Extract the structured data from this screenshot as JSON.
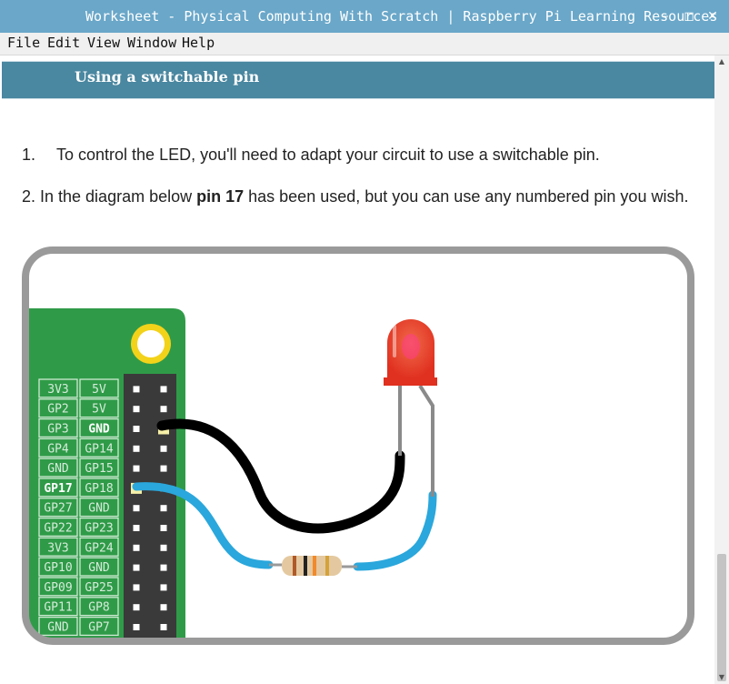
{
  "window": {
    "title": "Worksheet - Physical Computing With Scratch | Raspberry Pi Learning Resources",
    "minimize": "–",
    "maximize": "◻",
    "close": "✕"
  },
  "menu": [
    "File",
    "Edit",
    "View",
    "Window",
    "Help"
  ],
  "banner": {
    "title": "Using a switchable pin"
  },
  "steps": {
    "one": {
      "num": "1.",
      "text": "To control the LED, you'll need to adapt your circuit to use a switchable pin."
    },
    "two": {
      "pre": "2. In the diagram below ",
      "bold": "pin 17",
      "post": " has been used, but you can use any numbered pin you wish."
    }
  },
  "diagram": {
    "pin_labels": [
      [
        "3V3",
        "5V"
      ],
      [
        "GP2",
        "5V"
      ],
      [
        "GP3",
        "GND"
      ],
      [
        "GP4",
        "GP14"
      ],
      [
        "GND",
        "GP15"
      ],
      [
        "GP17",
        "GP18"
      ],
      [
        "GP27",
        "GND"
      ],
      [
        "GP22",
        "GP23"
      ],
      [
        "3V3",
        "GP24"
      ],
      [
        "GP10",
        "GND"
      ],
      [
        "GP09",
        "GP25"
      ],
      [
        "GP11",
        "GP8"
      ],
      [
        "GND",
        "GP7"
      ]
    ],
    "highlighted": {
      "left": "GP17",
      "right": "GND"
    },
    "colors": {
      "board": "#2f9b48",
      "frame": "#9a9a9a",
      "ground_wire": "#000000",
      "signal_wire": "#2aa7dc",
      "led": "#e83a2a"
    }
  }
}
